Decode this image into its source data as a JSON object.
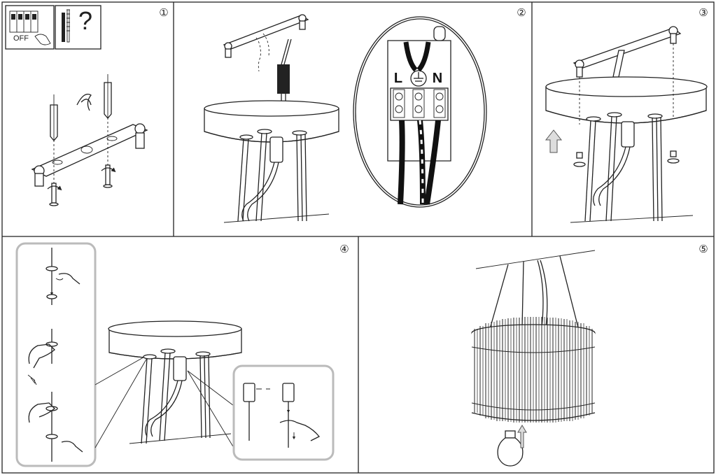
{
  "steps": {
    "s1": "①",
    "s2": "②",
    "s3": "③",
    "s4": "④",
    "s5": "⑤"
  },
  "switch_label": "OFF",
  "help_symbol": "?",
  "terminal": {
    "live": "L",
    "neutral": "N"
  }
}
